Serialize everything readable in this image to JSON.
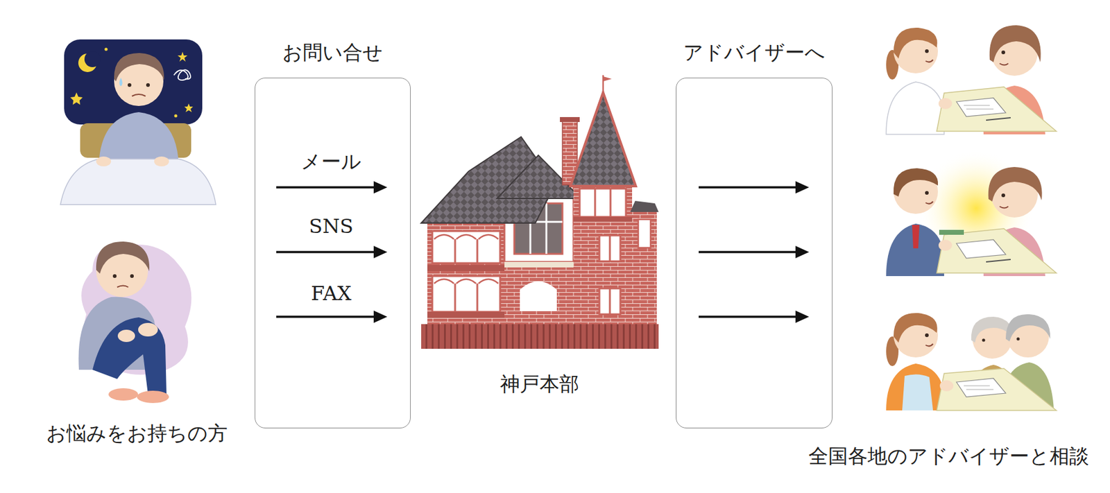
{
  "diagram": {
    "nodes": [
      {
        "text": [
          "お問い合せ"
        ]
      },
      {
        "text": [
          "アドバイザーへ"
        ]
      }
    ],
    "labels": [
      "お悩みをお持ちの方",
      "メール",
      "SNS",
      "FAX",
      "神戸本部",
      "全国各地のアドバイザーと相談"
    ]
  }
}
